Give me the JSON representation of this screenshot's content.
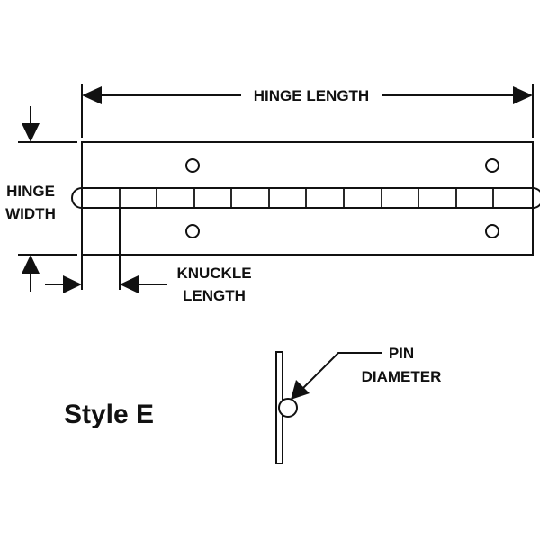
{
  "labels": {
    "hinge_length": "HINGE LENGTH",
    "hinge_width_line1": "HINGE",
    "hinge_width_line2": "WIDTH",
    "knuckle_length_line1": "KNUCKLE",
    "knuckle_length_line2": "LENGTH",
    "pin_diameter_line1": "PIN",
    "pin_diameter_line2": "DIAMETER",
    "style": "Style E"
  },
  "colors": {
    "line": "#111111",
    "background": "#ffffff"
  }
}
